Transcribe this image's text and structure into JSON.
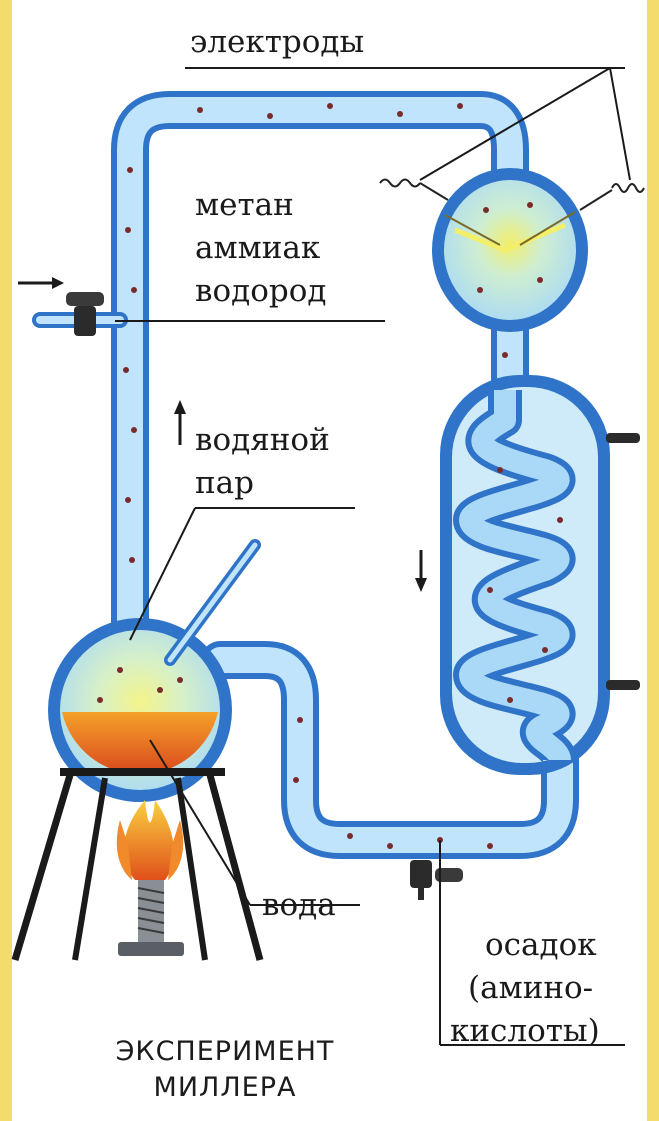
{
  "labels": {
    "electrodes": "электроды",
    "gas_line1": "метан",
    "gas_line2": "аммиак",
    "gas_line3": "водород",
    "vapor_line1": "водяной",
    "vapor_line2": "пар",
    "water": "вода",
    "sediment_line1": "осадок",
    "sediment_line2": "(амино-",
    "sediment_line3": "кислоты)"
  },
  "title": {
    "line1": "ЭКСПЕРИМЕНТ",
    "line2": "МИЛЛЕРА"
  },
  "colors": {
    "frame": "#f4dc6c",
    "tube_outer": "#2f74c8",
    "tube_inner": "#bfe4fb",
    "water_orange": "#e86a1f",
    "flame": "#f08a2a",
    "spark_yellow": "#f3ef6a"
  },
  "icons": [
    "arrow-right-icon",
    "arrow-up-icon",
    "arrow-down-icon",
    "stopcock-icon",
    "burner-icon",
    "electrode-icon"
  ]
}
